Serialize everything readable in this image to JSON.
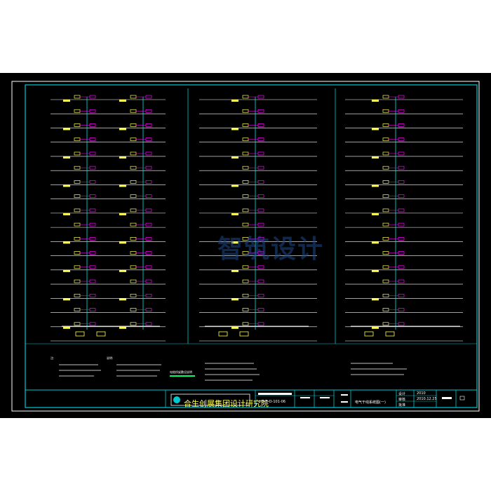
{
  "titleblock": {
    "company": "合生创展集团设计研究院",
    "drawing_number": "HS-E-D-101-06",
    "right_labels": [
      "设计",
      "审核",
      "批准"
    ],
    "right_values": [
      "2010",
      "2010.12.25",
      ""
    ],
    "sheet_caption": "电气干线系统图(一)"
  },
  "watermark": {
    "text": "智筑设计"
  },
  "legend": {
    "center_title": "电缆桥架敷设说明"
  },
  "notes": {
    "left_heading": "注:",
    "right_heading": "说明:"
  },
  "colors": {
    "background": "#000000",
    "frame": "#00c8d0",
    "wire": "#ffffff",
    "vertical_bus": "#00e5e5",
    "box_primary": "#ffff55",
    "box_secondary": "#ff00ff",
    "box_tertiary": "#00ff66",
    "text": "#ffffff"
  }
}
